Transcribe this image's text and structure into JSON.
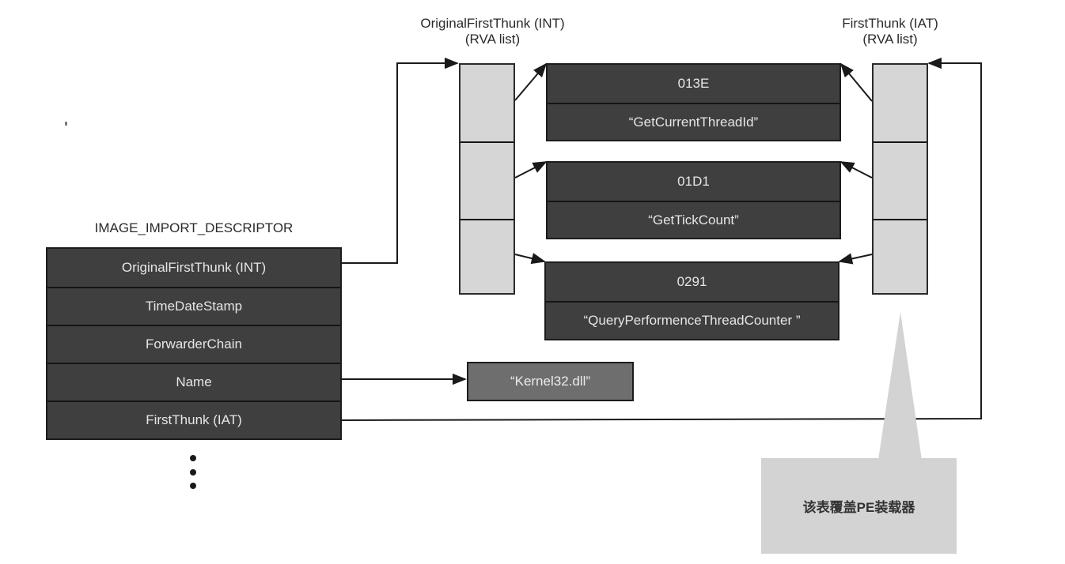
{
  "headers": {
    "int_title": "OriginalFirstThunk  (INT)",
    "int_subtitle": "(RVA list)",
    "iat_title": "FirstThunk  (IAT)",
    "iat_subtitle": "(RVA list)"
  },
  "descriptor": {
    "title": "IMAGE_IMPORT_DESCRIPTOR",
    "fields": [
      "OriginalFirstThunk  (INT)",
      "TimeDateStamp",
      "ForwarderChain",
      "Name",
      "FirstThunk  (IAT)"
    ],
    "continuation": "more-entries"
  },
  "imports": [
    {
      "hint": "013E",
      "name": "“GetCurrentThreadId”"
    },
    {
      "hint": "01D1",
      "name": "“GetTickCount”"
    },
    {
      "hint": "0291",
      "name": "“QueryPerformenceThreadCounter ”"
    }
  ],
  "dll_name": "“Kernel32.dll”",
  "callout": "该表覆盖PE装载器",
  "colors": {
    "dark_box": "#3f3f3f",
    "light_box": "#d6d6d6",
    "dll_box": "#6e6e6e",
    "callout": "#d3d3d3",
    "line": "#1a1a1a"
  }
}
